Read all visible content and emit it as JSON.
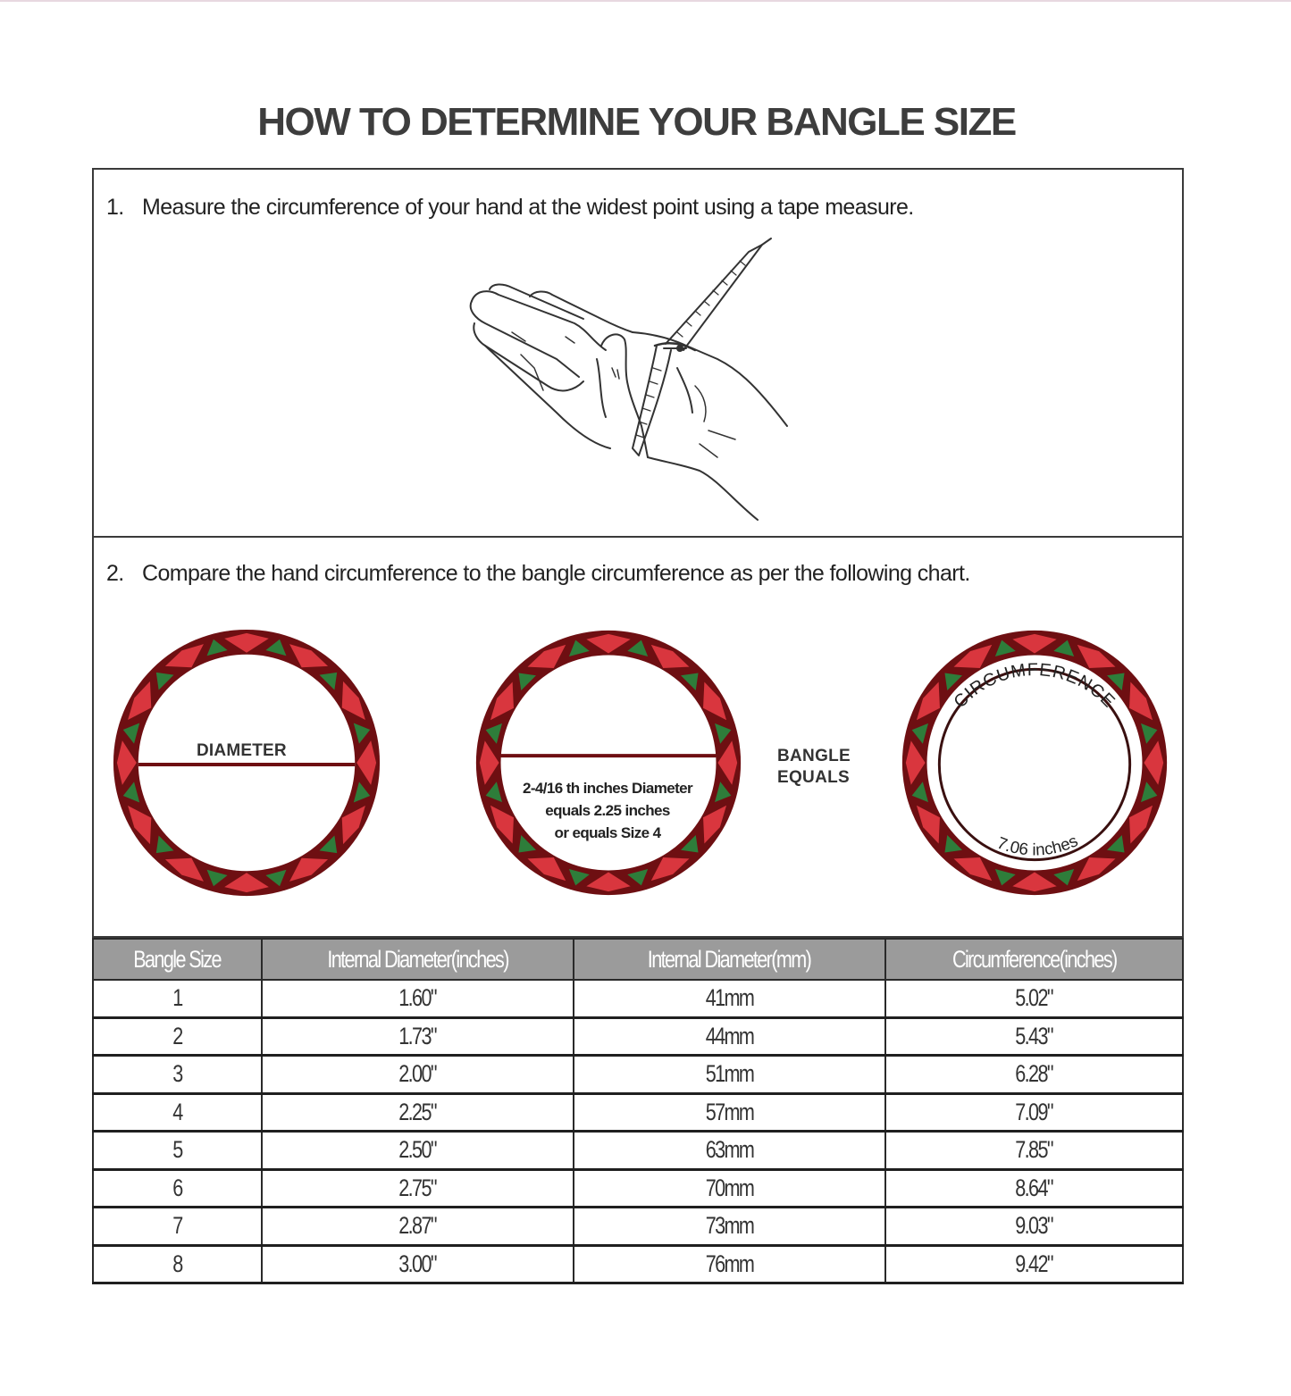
{
  "title": "HOW TO DETERMINE YOUR BANGLE SIZE",
  "steps": [
    {
      "number": "1.",
      "text": "Measure the circumference of your hand at the widest point using a tape measure."
    },
    {
      "number": "2.",
      "text": "Compare the hand circumference to the bangle circumference as per the following chart."
    }
  ],
  "illustration": {
    "hand_icon": "hand-with-tape-measure"
  },
  "diagrams": {
    "diameter_label": "DIAMETER",
    "example_lines": [
      "2-4/16 th inches Diameter",
      "equals 2.25 inches",
      "or equals Size 4"
    ],
    "equals_lines": [
      "BANGLE",
      "EQUALS"
    ],
    "circumference_label": "CIRCUMFERENCE",
    "circumference_value": "7.06 inches",
    "colors": {
      "ring_dark": "#6e0f12",
      "ring_red": "#d9363e",
      "ring_green": "#2e7d3a"
    }
  },
  "table": {
    "header_bg": "#9b9b9b",
    "columns": [
      "Bangle Size",
      "Internal Diameter(inches)",
      "Internal Diameter(mm)",
      "Circumference(inches)"
    ],
    "rows": [
      [
        "1",
        "1.60\"",
        "41mm",
        "5.02\""
      ],
      [
        "2",
        "1.73\"",
        "44mm",
        "5.43\""
      ],
      [
        "3",
        "2.00\"",
        "51mm",
        "6.28\""
      ],
      [
        "4",
        "2.25\"",
        "57mm",
        "7.09\""
      ],
      [
        "5",
        "2.50\"",
        "63mm",
        "7.85\""
      ],
      [
        "6",
        "2.75\"",
        "70mm",
        "8.64\""
      ],
      [
        "7",
        "2.87\"",
        "73mm",
        "9.03\""
      ],
      [
        "8",
        "3.00\"",
        "76mm",
        "9.42\""
      ]
    ]
  }
}
